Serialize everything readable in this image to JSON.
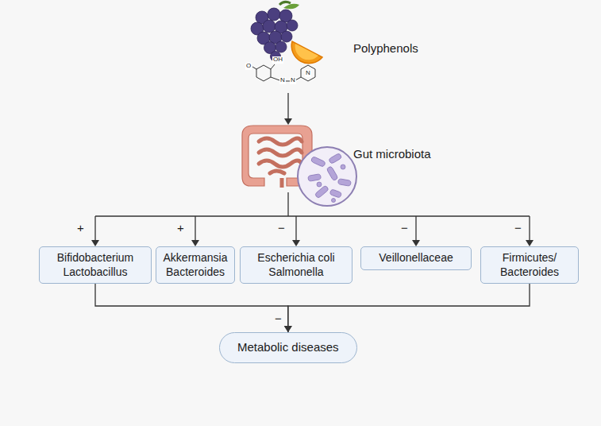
{
  "diagram": {
    "nodes": [
      {
        "text": [
          "Bifidobacterium Lactobacillus"
        ]
      },
      {
        "text": [
          "Akkermansia Bacteroides"
        ]
      },
      {
        "text": [
          "Escherichia coli Salmonella"
        ]
      },
      {
        "text": [
          "Veillonellaceae"
        ]
      },
      {
        "text": [
          "Firmicutes/ Bacteroides"
        ]
      },
      {
        "text": [
          "Metabolic diseases"
        ]
      }
    ],
    "edges": [
      {
        "from": 0,
        "to": 5,
        "arrow": "to",
        "label": "−"
      },
      {
        "from": 4,
        "to": 5,
        "arrow": "to"
      }
    ],
    "labels": [
      "Polyphenols",
      "Gut microbiota",
      "+",
      "+",
      "−",
      "−",
      "−",
      "O",
      "OH",
      "N",
      "N",
      "N"
    ]
  }
}
